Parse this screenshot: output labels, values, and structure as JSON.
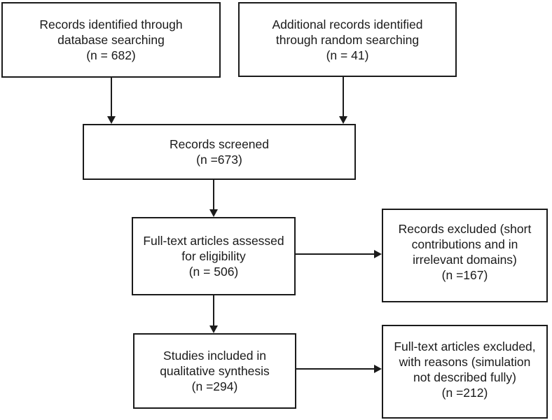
{
  "diagram": {
    "kind": "flowchart",
    "background_color": "#ffffff",
    "line_color": "#1b1b1b",
    "boxes": {
      "identification_db": {
        "text": "Records identified through\ndatabase searching\n(n = 682)"
      },
      "identification_random": {
        "text": "Additional records identified\nthrough random searching\n(n = 41)"
      },
      "screened": {
        "text": "Records screened\n(n =673)"
      },
      "fulltext": {
        "text": "Full-text articles assessed\nfor eligibility\n(n = 506)"
      },
      "records_excluded": {
        "text": "Records excluded (short\ncontributions and in\nirrelevant domains)\n(n =167)"
      },
      "included": {
        "text": "Studies included in\nqualitative synthesis\n(n =294)"
      },
      "fulltext_excluded": {
        "text": "Full-text articles excluded,\nwith reasons (simulation\nnot described fully)\n(n =212)"
      }
    },
    "arrows": [
      {
        "from": "identification_db",
        "to": "screened"
      },
      {
        "from": "identification_random",
        "to": "screened"
      },
      {
        "from": "screened",
        "to": "fulltext"
      },
      {
        "from": "fulltext",
        "to": "records_excluded"
      },
      {
        "from": "fulltext",
        "to": "included"
      },
      {
        "from": "included",
        "to": "fulltext_excluded"
      }
    ]
  }
}
